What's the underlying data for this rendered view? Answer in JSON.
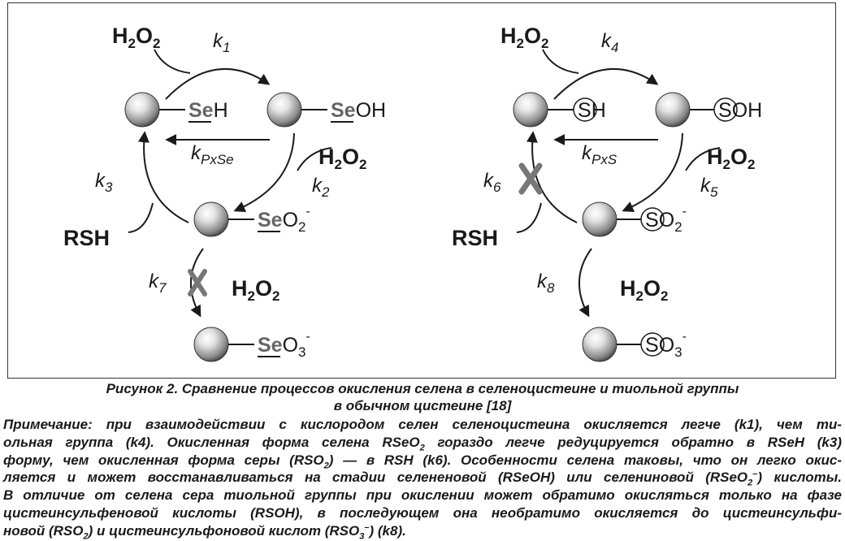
{
  "figure": {
    "left_panel": {
      "reagents": {
        "h2o2_top": [
          "H",
          "2",
          "O",
          "2"
        ],
        "h2o2_right": [
          "H",
          "2",
          "O",
          "2"
        ],
        "h2o2_bottom": [
          "H",
          "2",
          "O",
          "2"
        ],
        "rsh": "RSH"
      },
      "rates": {
        "k1": [
          "k",
          "1"
        ],
        "k2": [
          "k",
          "2"
        ],
        "k3": [
          "k",
          "3"
        ],
        "k7": [
          "k",
          "7"
        ],
        "kpx": [
          "k",
          "PxSe"
        ]
      },
      "species": {
        "seh": [
          "Se",
          "H"
        ],
        "seoh": [
          "Se",
          "OH"
        ],
        "seo2": [
          "Se",
          "O",
          "2",
          "-"
        ],
        "seo3": [
          "Se",
          "O",
          "3",
          "-"
        ]
      }
    },
    "right_panel": {
      "reagents": {
        "h2o2_top": [
          "H",
          "2",
          "O",
          "2"
        ],
        "h2o2_right": [
          "H",
          "2",
          "O",
          "2"
        ],
        "h2o2_bottom": [
          "H",
          "2",
          "O",
          "2"
        ],
        "rsh": "RSH"
      },
      "rates": {
        "k4": [
          "k",
          "4"
        ],
        "k5": [
          "k",
          "5"
        ],
        "k6": [
          "k",
          "6"
        ],
        "k8": [
          "k",
          "8"
        ],
        "kpx": [
          "k",
          "PxS"
        ]
      },
      "species": {
        "sh": [
          "S",
          "H"
        ],
        "soh": [
          "S",
          "OH"
        ],
        "so2": [
          "S",
          "O",
          "2",
          "-"
        ],
        "so3": [
          "S",
          "O",
          "3",
          "-"
        ]
      }
    }
  },
  "caption": {
    "line1": "Рисунок 2. Сравнение процессов окисления селена в селеноцистеине и тиольной группы",
    "line2": "в обычном цистеине [18]"
  },
  "note": {
    "l1": "Примечание: при взаимодействии с кислородом селен селеноцистеина окисляется легче (k1), чем ти-",
    "l2_a": "ольная группа (k4). Окисленная форма селена RSeO",
    "l2_sub": "2",
    "l2_b": " гораздо легче редуцируется обратно в RSeH (k3)",
    "l3_a": "форму, чем окисленная форма серы (RSO",
    "l3_sub": "2",
    "l3_b": ") — в RSH (k6). Особенности селена таковы, что он легко окис-",
    "l4_a": "ляется и может восстанавливаться на стадии селененовой (RSeOH) или селениновой (RSeO",
    "l4_sub": "2",
    "l4_sup": "–",
    "l4_b": ") кислоты.",
    "l5": "В отличие от селена сера тиольной группы при окислении может обратимо окисляться только на фазе",
    "l6": "цистеинсульфеновой кислоты (RSOH), в последующем она необратимо окисляется до цистеинсульфи-",
    "l7_a": "новой (RSO",
    "l7_sub": "2",
    "l7_b": ") и цистеинсульфоновой кислот (RSO",
    "l7_sub2": "3",
    "l7_sup": "–",
    "l7_c": ") (k8)."
  }
}
